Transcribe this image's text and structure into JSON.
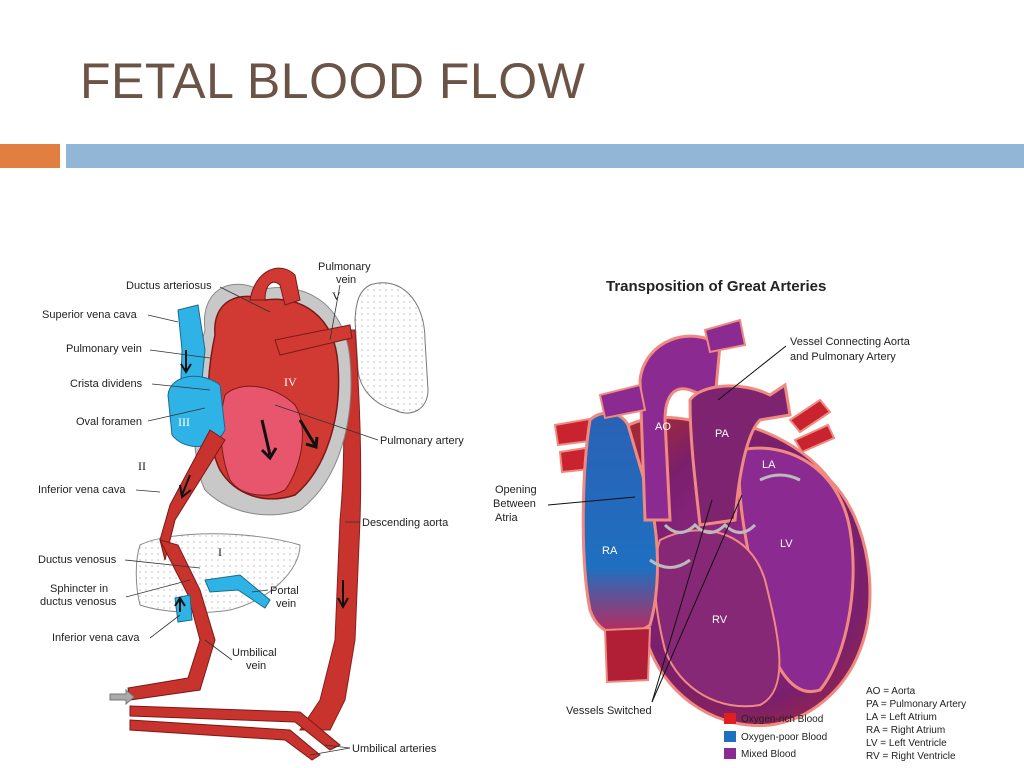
{
  "slide": {
    "title": "FETAL BLOOD FLOW"
  },
  "fetal_diagram": {
    "labels": {
      "ductus_arteriosus": "Ductus arteriosus",
      "superior_vena_cava": "Superior vena cava",
      "pulmonary_vein": "Pulmonary vein",
      "crista_dividens": "Crista dividens",
      "oval_foramen": "Oval foramen",
      "inferior_vena_cava": "Inferior vena cava",
      "ductus_venosus": "Ductus venosus",
      "sphincter_line1": "Sphincter in",
      "sphincter_line2": "ductus venosus",
      "inferior_vena_cava_lower": "Inferior vena cava",
      "pulmonary_vein_top_1": "Pulmonary",
      "pulmonary_vein_top_2": "vein",
      "pulmonary_artery": "Pulmonary artery",
      "descending_aorta": "Descending aorta",
      "portal_vein_1": "Portal",
      "portal_vein_2": "vein",
      "umbilical_vein_1": "Umbilical",
      "umbilical_vein_2": "vein",
      "umbilical_arteries": "Umbilical arteries"
    },
    "roman": {
      "i": "I",
      "ii": "II",
      "iii": "III",
      "iv": "IV",
      "v": "V"
    }
  },
  "tga_diagram": {
    "title": "Transposition of Great Arteries",
    "labels": {
      "vessel_connecting_1": "Vessel Connecting Aorta",
      "vessel_connecting_2": "and Pulmonary Artery",
      "opening_1": "Opening",
      "opening_2": "Between",
      "opening_3": "Atria",
      "vessels_switched": "Vessels Switched",
      "ao": "AO",
      "pa": "PA",
      "la": "LA",
      "lv": "LV",
      "ra": "RA",
      "rv": "RV"
    },
    "legend": [
      {
        "label": "Oxygen-rich Blood",
        "color": "#e02020"
      },
      {
        "label": "Oxygen-poor Blood",
        "color": "#1f6fc0"
      },
      {
        "label": "Mixed Blood",
        "color": "#8b2a90"
      }
    ],
    "abbreviations": [
      "AO = Aorta",
      "PA = Pulmonary Artery",
      "LA = Left Atrium",
      "RA = Right Atrium",
      "LV = Left Ventricle",
      "RV = Right Ventricle"
    ]
  }
}
